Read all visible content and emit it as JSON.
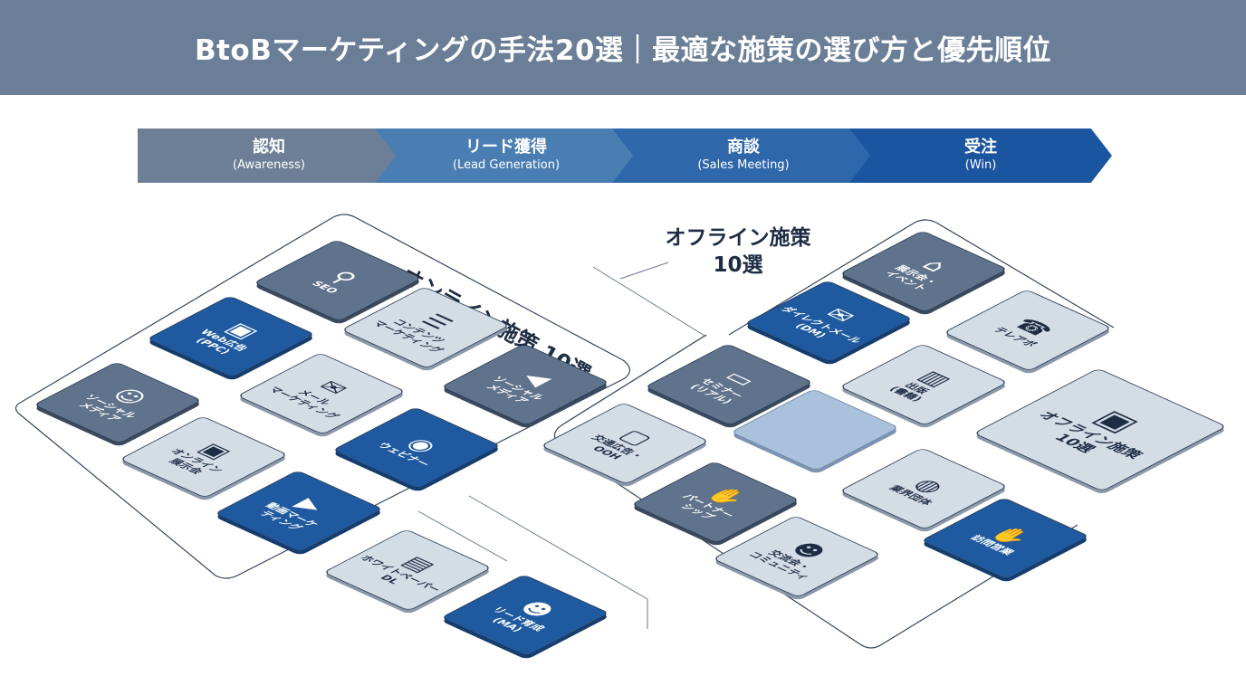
{
  "header": {
    "title": "BtoBマーケティングの手法20選｜最適な施策の選び方と優先順位"
  },
  "process": [
    {
      "title": "認知",
      "sub": "(Awareness)",
      "color": "#6d7f96"
    },
    {
      "title": "リード獲得",
      "sub": "(Lead Generation)",
      "color": "#4a7db2"
    },
    {
      "title": "商談",
      "sub": "(Sales Meeting)",
      "color": "#2e67aa"
    },
    {
      "title": "受注",
      "sub": "(Win)",
      "color": "#1c559f"
    }
  ],
  "online": {
    "title": "オンライン施策 10選",
    "tiles": [
      {
        "label": "SEO",
        "icon": "search-icon",
        "glyph": "⚲",
        "tone": "dark"
      },
      {
        "label": "Web広告\n(PPC)",
        "icon": "cursor-window-icon",
        "glyph": "▣",
        "tone": "blue"
      },
      {
        "label": "コンテンツ\nマーケティング",
        "icon": "article-pen-icon",
        "glyph": "☰",
        "tone": "light"
      },
      {
        "label": "ソーシャル\nメディア",
        "icon": "people-chat-icon",
        "glyph": "☺",
        "tone": "dark"
      },
      {
        "label": "メール\nマーケティング",
        "icon": "envelope-icon",
        "glyph": "✉",
        "tone": "light"
      },
      {
        "label": "ソーシャル\nメディア",
        "icon": "megaphone-icon",
        "glyph": "◀",
        "tone": "dark"
      },
      {
        "label": "オンライン\n展示会",
        "icon": "monitor-people-icon",
        "glyph": "▣",
        "tone": "light"
      },
      {
        "label": "ウェビナー",
        "icon": "laptop-icon",
        "glyph": "◉",
        "tone": "blue"
      },
      {
        "label": "動画マーケ\nティング",
        "icon": "play-icon",
        "glyph": "▶",
        "tone": "blue"
      },
      {
        "label": "ホワイトペーパー\nDL",
        "icon": "document-icon",
        "glyph": "▤",
        "tone": "light"
      },
      {
        "label": "リード育成\n(MA)",
        "icon": "person-chat-icon",
        "glyph": "☻",
        "tone": "blue"
      }
    ]
  },
  "offline": {
    "title": "オフライン施策\n10選",
    "tiles": [
      {
        "label": "展示会・\nイベント",
        "icon": "booth-icon",
        "glyph": "⌂",
        "tone": "dark"
      },
      {
        "label": "ダイレクトメール\n(DM)",
        "icon": "envelope-icon",
        "glyph": "✉",
        "tone": "blue"
      },
      {
        "label": "テレアポ",
        "icon": "phone-icon",
        "glyph": "☎",
        "tone": "light"
      },
      {
        "label": "セミナー\n(リアル)",
        "icon": "presentation-icon",
        "glyph": "▭",
        "tone": "dark"
      },
      {
        "label": "出版\n(書籍)",
        "icon": "book-icon",
        "glyph": "▥",
        "tone": "light"
      },
      {
        "label": "",
        "icon": "",
        "glyph": "",
        "tone": "blank"
      },
      {
        "label": "オフライン施策\n10選",
        "icon": "monitor-person-icon",
        "glyph": "▣",
        "tone": "light",
        "big": true
      },
      {
        "label": "交通広告・\nOOH",
        "icon": "billboard-icon",
        "glyph": "▢",
        "tone": "light"
      },
      {
        "label": "パートナー\nシップ",
        "icon": "handshake-icon",
        "glyph": "✋",
        "tone": "dark"
      },
      {
        "label": "業界団体",
        "icon": "globe-icon",
        "glyph": "◍",
        "tone": "light"
      },
      {
        "label": "交流会・\nコミュニティ",
        "icon": "group-icon",
        "glyph": "☻",
        "tone": "light"
      },
      {
        "label": "訪問営業",
        "icon": "handshake-icon",
        "glyph": "✋",
        "tone": "blue"
      }
    ]
  }
}
